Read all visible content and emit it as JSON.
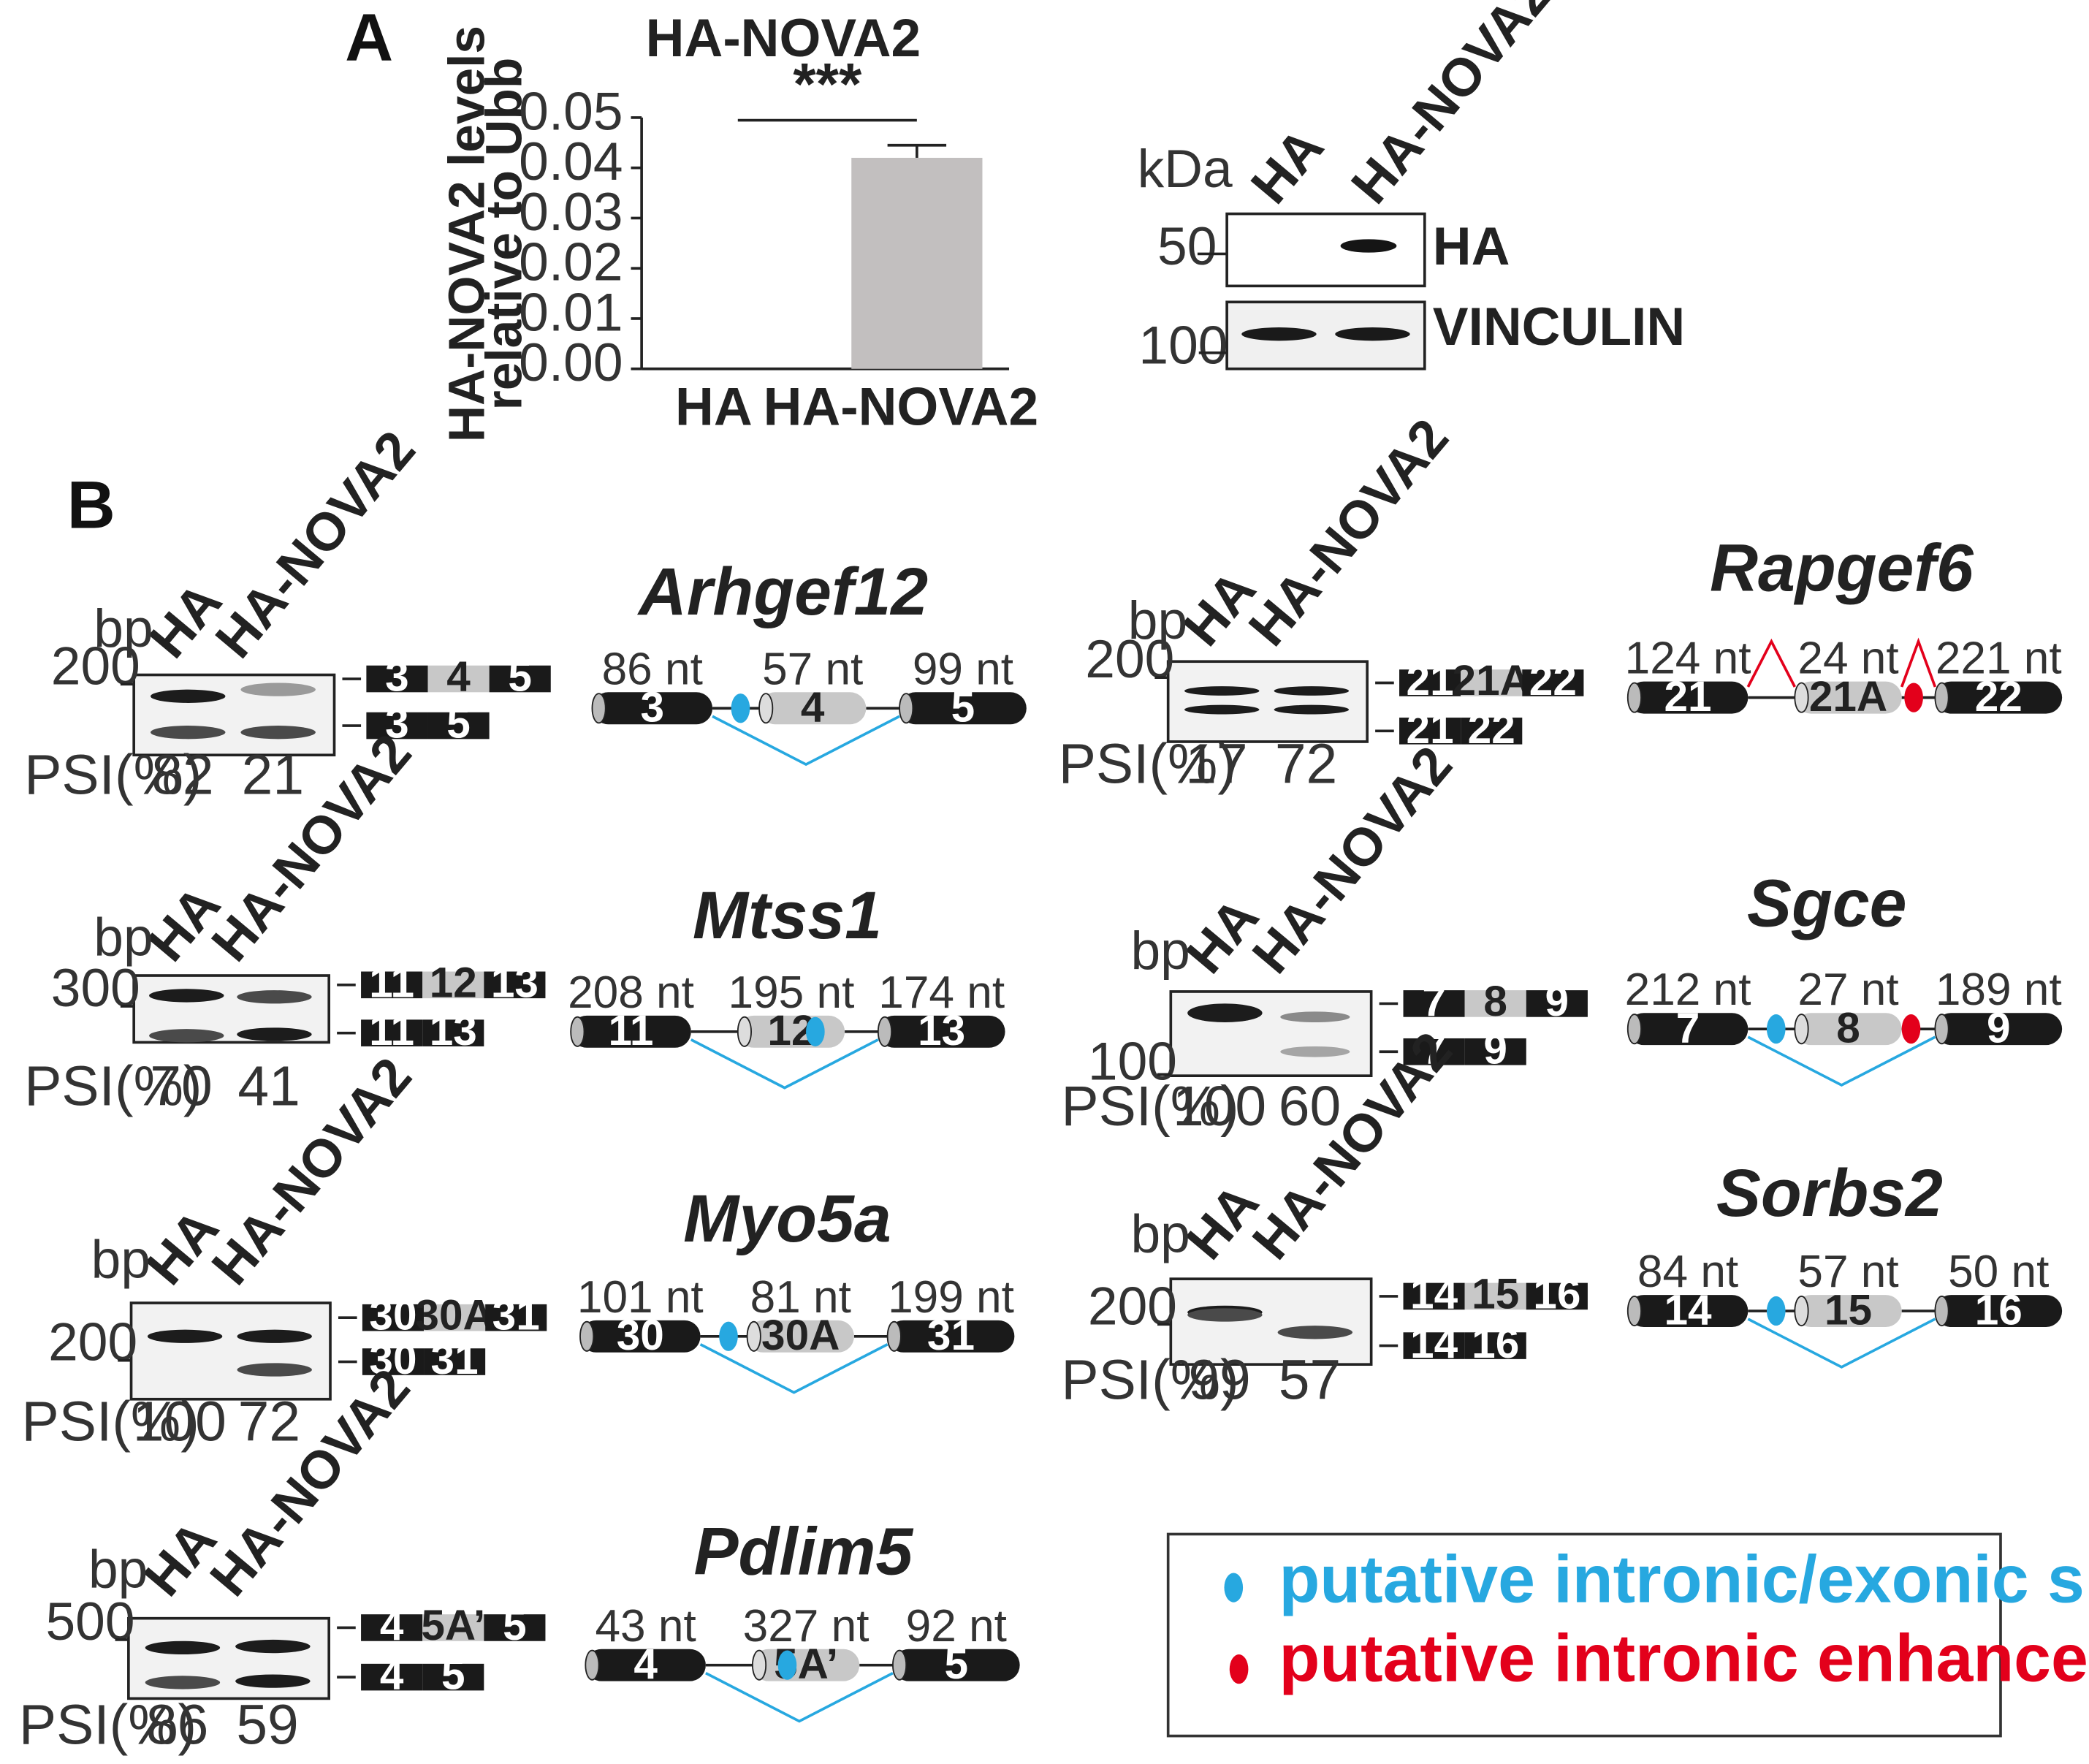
{
  "panel_a": {
    "letter": "A",
    "title": "HA-NOVA2",
    "ylabel_line1": "HA-NOVA2 levels",
    "ylabel_line2": "relative to Ubb",
    "yticks": [
      "0.00",
      "0.01",
      "0.02",
      "0.03",
      "0.04",
      "0.05"
    ],
    "significance": "***",
    "colors": {
      "bar": "#c2bfbf"
    },
    "chart_data": {
      "type": "bar",
      "categories": [
        "HA",
        "HA-NOVA2"
      ],
      "values": [
        0.0,
        0.042
      ],
      "error": [
        0.0,
        0.0025
      ],
      "title": "HA-NOVA2",
      "ylabel": "HA-NOVA2 levels relative to Ubb",
      "ylim": [
        0,
        0.05
      ]
    },
    "blot": {
      "unit": "kDa",
      "lanes": [
        "HA",
        "HA-NOVA2"
      ],
      "markers": [
        "50",
        "100"
      ],
      "antibodies": [
        "HA",
        "VINCULIN"
      ]
    }
  },
  "panel_b": {
    "letter": "B",
    "bp_label": "bp",
    "psi_label": "PSI(%)",
    "lane_labels": [
      "HA",
      "HA-NOVA2"
    ],
    "genes": [
      {
        "name": "Arhgef12",
        "marker": "200",
        "psi": [
          "82",
          "21"
        ],
        "incl": [
          "3",
          "4",
          "5"
        ],
        "skip": [
          "3",
          "5"
        ],
        "nt": [
          "86 nt",
          "57 nt",
          "99 nt"
        ]
      },
      {
        "name": "Mtss1",
        "marker": "300",
        "psi": [
          "70",
          "41"
        ],
        "incl": [
          "11",
          "12",
          "13"
        ],
        "skip": [
          "11",
          "13"
        ],
        "nt": [
          "208 nt",
          "195 nt",
          "174 nt"
        ]
      },
      {
        "name": "Myo5a",
        "marker": "200",
        "psi": [
          "100",
          "72"
        ],
        "incl": [
          "30",
          "30A",
          "31"
        ],
        "skip": [
          "30",
          "31"
        ],
        "nt": [
          "101 nt",
          "81 nt",
          "199 nt"
        ]
      },
      {
        "name": "Pdlim5",
        "marker": "500",
        "psi": [
          "86",
          "59"
        ],
        "incl": [
          "4",
          "5A’",
          "5"
        ],
        "skip": [
          "4",
          "5"
        ],
        "nt": [
          "43 nt",
          "327 nt",
          "92 nt"
        ]
      },
      {
        "name": "Rapgef6",
        "marker": "200",
        "psi": [
          "17",
          "72"
        ],
        "incl": [
          "21",
          "21A",
          "22"
        ],
        "skip": [
          "21",
          "22"
        ],
        "nt": [
          "124 nt",
          "24 nt",
          "221 nt"
        ]
      },
      {
        "name": "Sgce",
        "markers": [
          "100"
        ],
        "psi": [
          "100",
          "60"
        ],
        "incl": [
          "7",
          "8",
          "9"
        ],
        "skip": [
          "7",
          "9"
        ],
        "nt": [
          "212 nt",
          "27 nt",
          "189 nt"
        ]
      },
      {
        "name": "Sorbs2",
        "marker": "200",
        "psi": [
          "99",
          "57"
        ],
        "incl": [
          "14",
          "15",
          "16"
        ],
        "skip": [
          "14",
          "16"
        ],
        "nt": [
          "84 nt",
          "57 nt",
          "50 nt"
        ]
      }
    ],
    "legend": {
      "silencer": "putative intronic/exonic silencer",
      "enhancer": "putative intronic enhancer"
    },
    "colors": {
      "silencer": "#27a8e0",
      "enhancer": "#e3001b",
      "exon": "#1a1a1a",
      "alt_exon": "#c8c8c8"
    }
  }
}
